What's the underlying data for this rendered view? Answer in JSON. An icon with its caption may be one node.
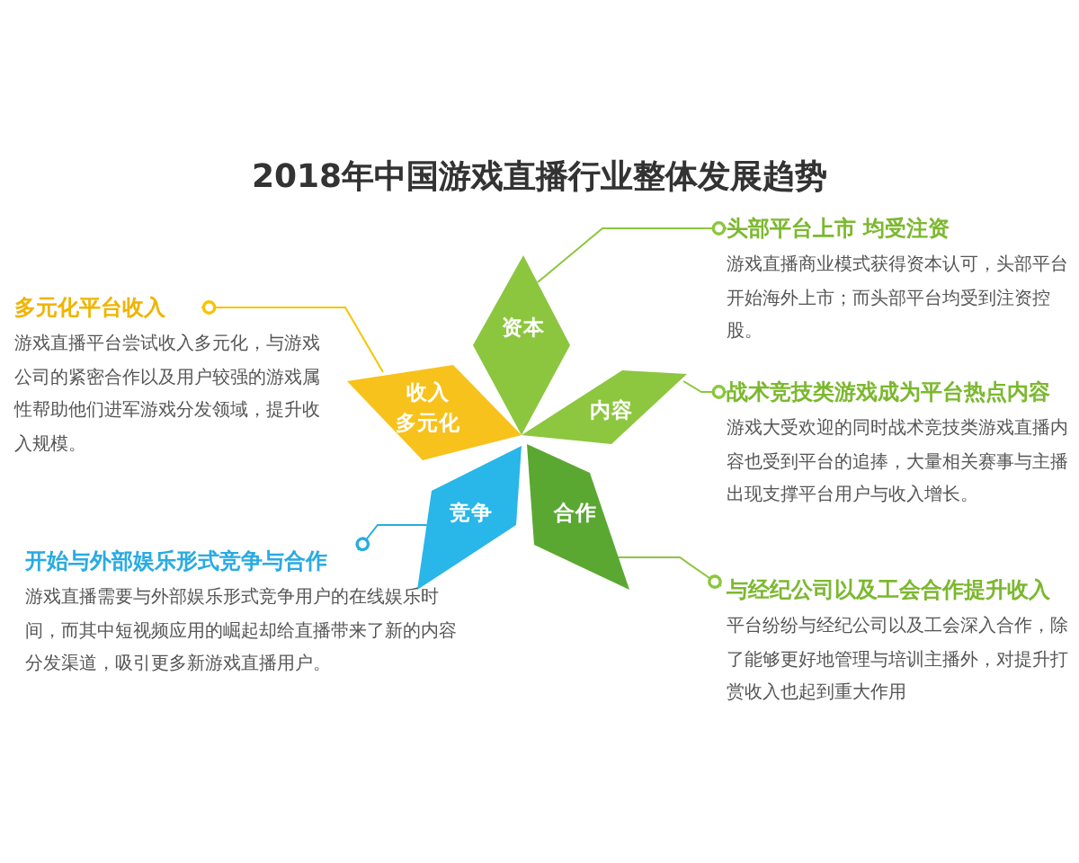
{
  "diagram": {
    "title": "2018年中国游戏直播行业整体发展趋势",
    "nodes": [
      {
        "text": [
          "资本"
        ]
      },
      {
        "text": [
          "收入多元化"
        ]
      },
      {
        "text": [
          "内容"
        ]
      },
      {
        "text": [
          "竞争"
        ]
      },
      {
        "text": [
          "合作"
        ]
      },
      {
        "text": [
          "头部平台上市 均受注资",
          "游戏直播商业模式获得资本认可，头部平台开始海外上市；而头部平台均受到注资控股。"
        ]
      },
      {
        "text": [
          "多元化平台收入",
          "游戏直播平台尝试收入多元化，与游戏公司的紧密合作以及用户较强的游戏属性帮助他们进军游戏分发领域，提升收入规模。"
        ]
      },
      {
        "text": [
          "战术竞技类游戏成为平台热点内容",
          "游戏大受欢迎的同时战术竞技类游戏直播内容也受到平台的追捧，大量相关赛事与主播出现支撑平台用户与收入增长。"
        ]
      },
      {
        "text": [
          "开始与外部娱乐形式竞争与合作",
          "游戏直播需要与外部娱乐形式竞争用户的在线娱乐时间，而其中短视频应用的崛起却给直播带来了新的内容分发渠道，吸引更多新游戏直播用户。"
        ]
      },
      {
        "text": [
          "与经纪公司以及工会合作提升收入",
          "平台纷纷与经纪公司以及工会深入合作，除了能够更好地管理与培训主播外，对提升打赏收入也起到重大作用"
        ]
      }
    ],
    "edges": [
      {
        "from": 0,
        "to": 5,
        "arrow": "other"
      },
      {
        "from": 1,
        "to": 6,
        "arrow": "other",
        "color": "#f5c400"
      },
      {
        "from": 2,
        "to": 7,
        "arrow": "other"
      },
      {
        "from": 3,
        "to": 8,
        "arrow": "other",
        "color": "#29abe2"
      },
      {
        "from": 4,
        "to": 9,
        "arrow": "other"
      }
    ]
  }
}
